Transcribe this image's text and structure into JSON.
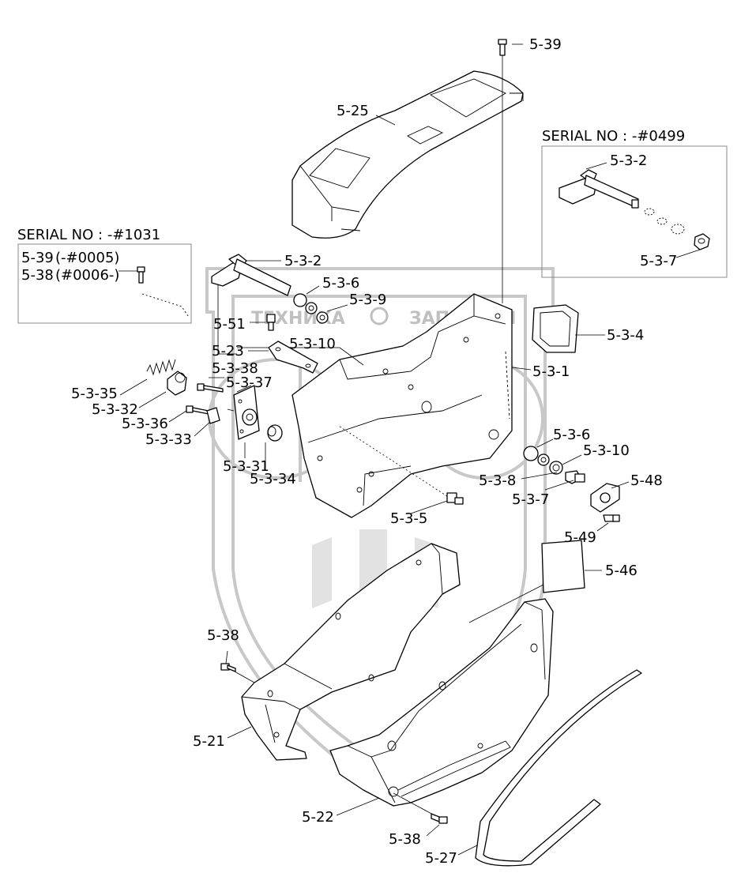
{
  "watermark": {
    "text_left": "ТЕХНИКА",
    "text_right": "ЗАПЧАСТИ",
    "logo": "эпф"
  },
  "boxes": {
    "left": {
      "title": "SERIAL NO : -#1031",
      "line1_part": "5-39",
      "line1_note": "(-#0005)",
      "line2_part": "5-38",
      "line2_note": "(#0006-)"
    },
    "right": {
      "title": "SERIAL NO : -#0499",
      "label_a": "5-3-2",
      "label_b": "5-3-7"
    }
  },
  "labels": {
    "p5_39": "5-39",
    "p5_25": "5-25",
    "p5_3_2": "5-3-2",
    "p5_3_6a": "5-3-6",
    "p5_3_9": "5-3-9",
    "p5_51": "5-51",
    "p5_3_10a": "5-3-10",
    "p5_23": "5-23",
    "p5_3_38": "5-3-38",
    "p5_3_37": "5-3-37",
    "p5_3_35": "5-3-35",
    "p5_3_32": "5-3-32",
    "p5_3_36": "5-3-36",
    "p5_3_33": "5-3-33",
    "p5_3_31": "5-3-31",
    "p5_3_34": "5-3-34",
    "p5_3_4": "5-3-4",
    "p5_3_1": "5-3-1",
    "p5_3_6b": "5-3-6",
    "p5_3_10b": "5-3-10",
    "p5_3_8": "5-3-8",
    "p5_48": "5-48",
    "p5_3_7": "5-3-7",
    "p5_3_5": "5-3-5",
    "p5_49": "5-49",
    "p5_46": "5-46",
    "p5_38a": "5-38",
    "p5_21": "5-21",
    "p5_22": "5-22",
    "p5_38b": "5-38",
    "p5_27": "5-27"
  }
}
